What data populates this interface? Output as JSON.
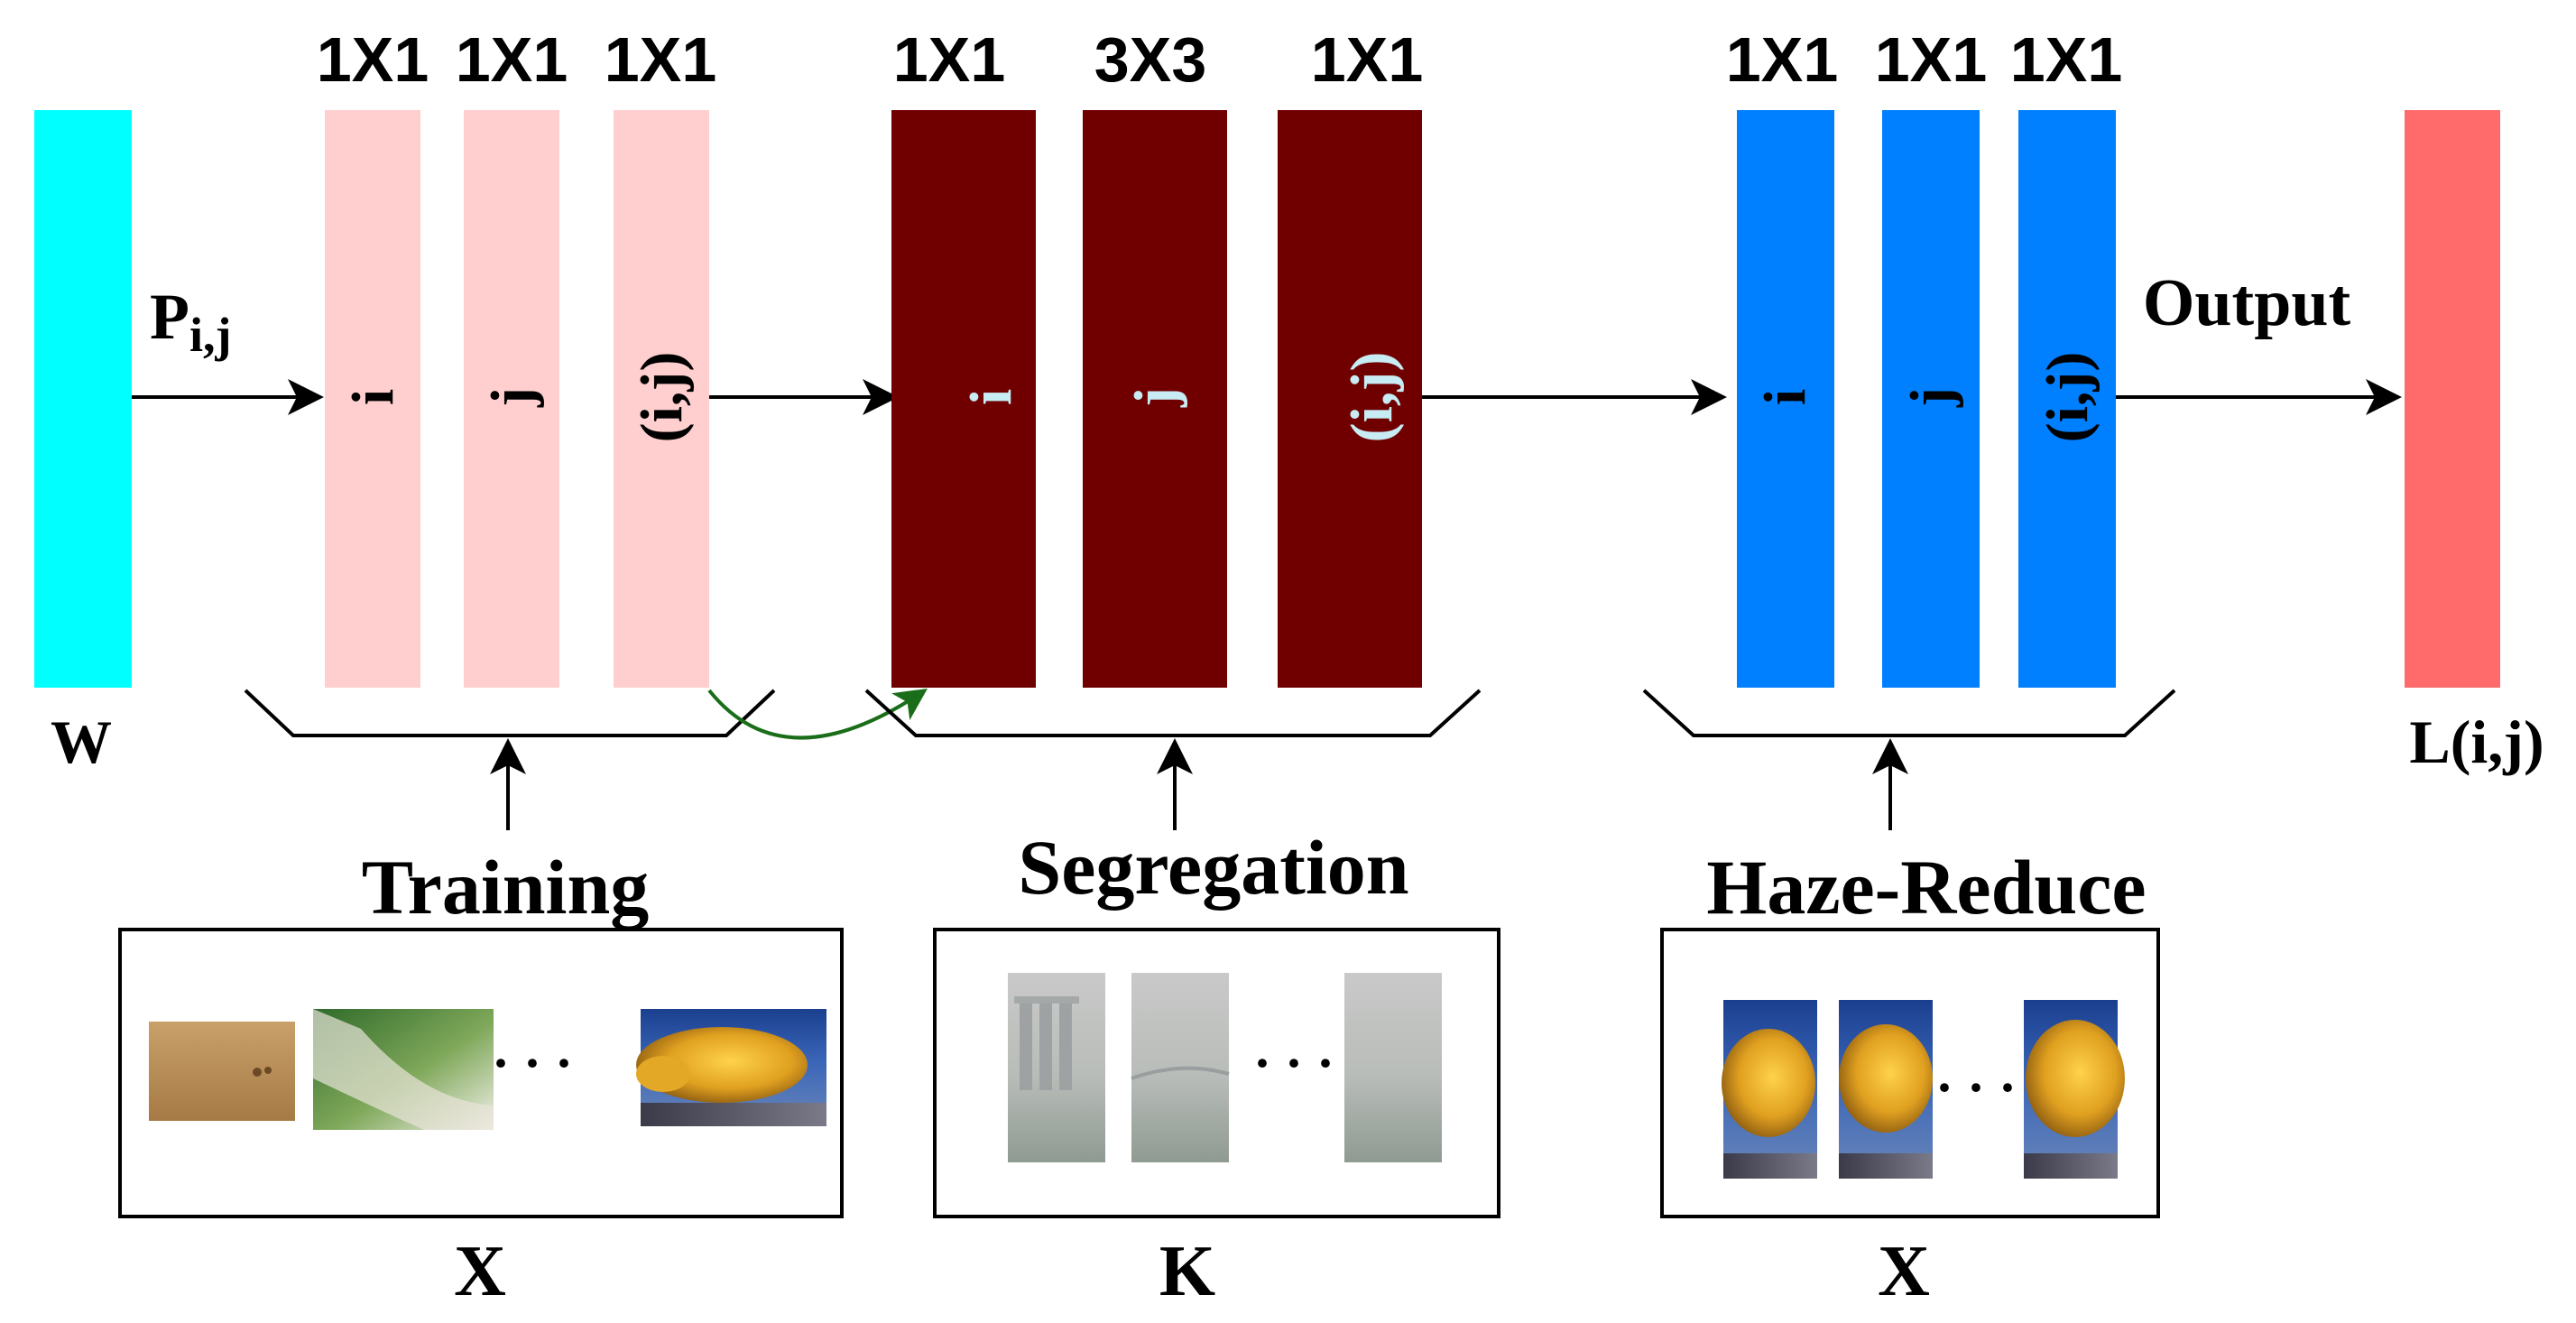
{
  "input": {
    "label": "W",
    "color": "#00ffff"
  },
  "edge_in": {
    "label_main": "P",
    "label_sub": "i,j"
  },
  "edge_out": {
    "label": "Output"
  },
  "output": {
    "label": "L(i,j)",
    "color": "#ff6a6a"
  },
  "training_group": {
    "color": "#ffcfcf",
    "text_color": "#000000",
    "kernels": [
      "1X1",
      "1X1",
      "1X1"
    ],
    "layer_labels": [
      "i",
      "j",
      "(i,j)"
    ],
    "stage_label": "Training",
    "dataset_label": "X"
  },
  "segregation_group": {
    "color": "#700000",
    "text_color": "#c8ecf4",
    "kernels": [
      "1X1",
      "3X3",
      "1X1"
    ],
    "layer_labels": [
      "i",
      "j",
      "(i,j)"
    ],
    "stage_label": "Segregation",
    "dataset_label": "K"
  },
  "haze_group": {
    "color": "#0080ff",
    "text_color": "#000000",
    "kernels": [
      "1X1",
      "1X1",
      "1X1"
    ],
    "layer_labels": [
      "i",
      "j",
      "(i,j)"
    ],
    "stage_label": "Haze-Reduce",
    "dataset_label": "X"
  },
  "ellipsis": "· · ·",
  "skip_arrow_color": "#1a6e1a"
}
